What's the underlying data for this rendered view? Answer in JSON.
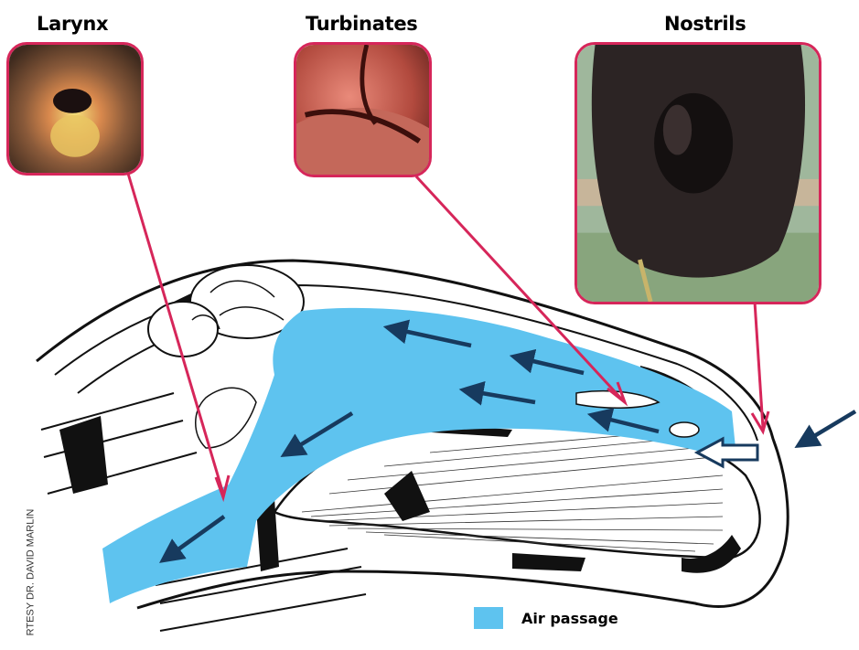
{
  "labels": {
    "larynx": "Larynx",
    "turbinates": "Turbinates",
    "nostrils": "Nostrils"
  },
  "credit": "RTESY DR. DAVID MARLIN",
  "legend": {
    "label": "Air passage",
    "color": "#5ec3ef"
  },
  "colors": {
    "callout": "#d6265a",
    "arrow": "#173a5e",
    "air": "#5ec3ef"
  }
}
